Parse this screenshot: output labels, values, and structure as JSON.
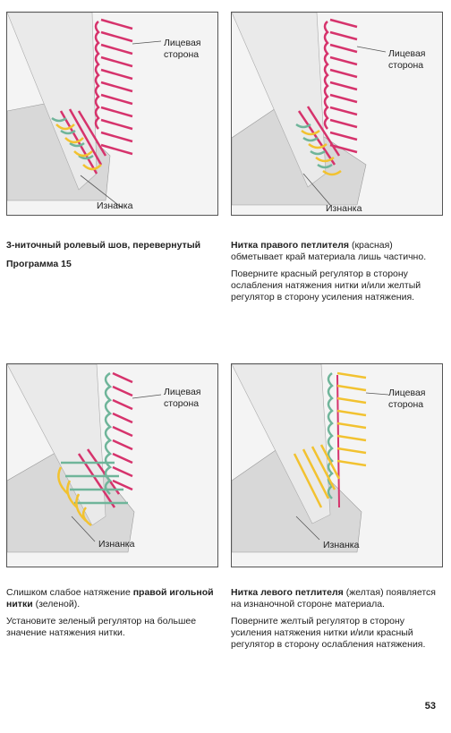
{
  "colors": {
    "red": "#d6336c",
    "green": "#6fb59a",
    "yellow": "#f2c230",
    "fabric": "#d8d8d8",
    "panel": "#f4f4f4"
  },
  "panels": [
    {
      "face_label": "Лицевая\nсторона",
      "back_label": "Изнанка"
    },
    {
      "face_label": "Лицевая\nсторона",
      "back_label": "Изнанка"
    },
    {
      "face_label": "Лицевая\nсторона",
      "back_label": "Изнанка"
    },
    {
      "face_label": "Лицевая\nсторона",
      "back_label": "Изнанка"
    }
  ],
  "captions": {
    "c1": {
      "title": "3-ниточный ролевый шов, перевернутый",
      "subtitle": "Программа 15"
    },
    "c2": {
      "lead_bold": "Нитка правого петлителя",
      "lead_rest": " (красная) обметывает край материала лишь частично.",
      "para2": "Поверните красный регулятор в сторону ослабления натяжения нитки и/или желтый регулятор в сторону усиления натяжения."
    },
    "c3": {
      "lead_plain": "Слишком слабое натяжение ",
      "lead_bold": "правой игольной нитки",
      "lead_rest": " (зеленой).",
      "para2": "Установите зеленый регулятор на большее значение  натяжения нитки."
    },
    "c4": {
      "lead_bold": "Нитка левого петлителя",
      "lead_rest": " (желтая) появляется на изнаночной стороне материала.",
      "para2": "Поверните желтый регулятор в сторону усиления натяжения нитки и/или красный регулятор в сторону ослабления натяжения."
    }
  },
  "page_number": "53"
}
